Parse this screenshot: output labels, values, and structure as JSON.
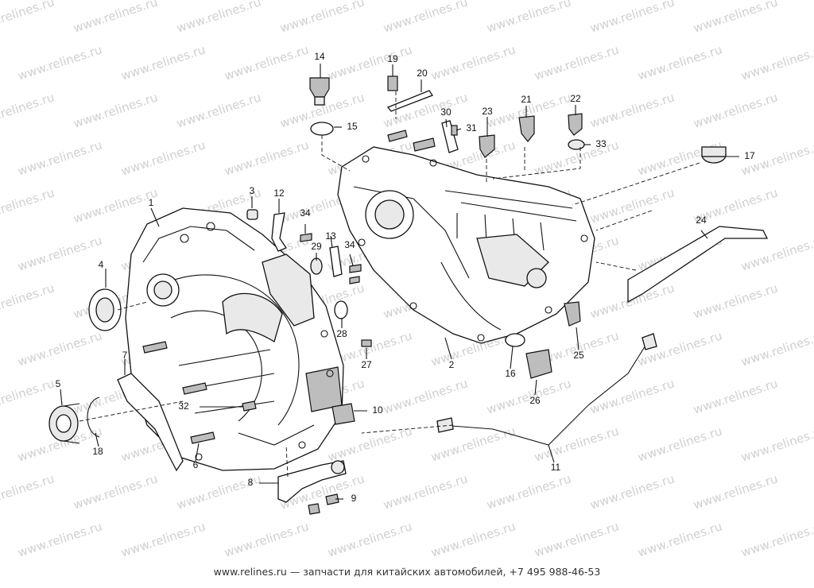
{
  "watermark_text": "www.relines.ru",
  "footer_text": "www.relines.ru — запчасти для китайских автомобилей, +7 495 988-46-53",
  "callouts": [
    "1",
    "2",
    "3",
    "4",
    "5",
    "6",
    "7",
    "8",
    "9",
    "10",
    "11",
    "12",
    "13",
    "14",
    "15",
    "16",
    "17",
    "18",
    "19",
    "20",
    "21",
    "22",
    "23",
    "24",
    "25",
    "26",
    "27",
    "28",
    "29",
    "30",
    "31",
    "32",
    "33",
    "34",
    "34"
  ]
}
